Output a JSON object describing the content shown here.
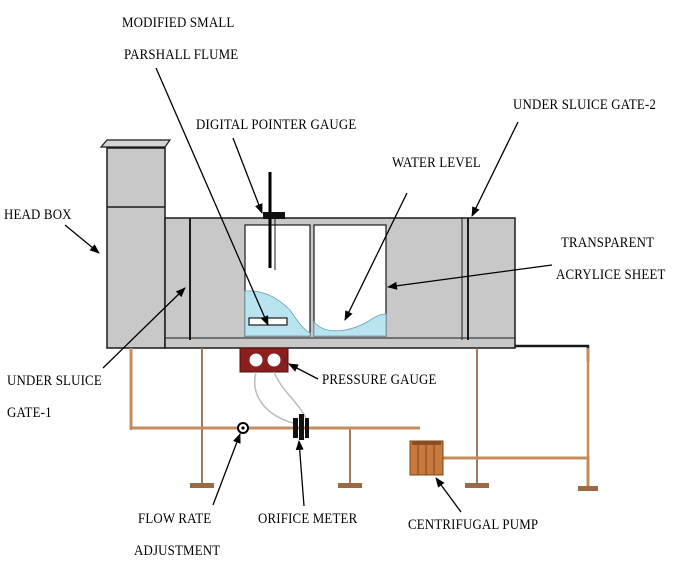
{
  "colors": {
    "tank_fill": "#c8c8c8",
    "tank_stroke": "#1a1a1a",
    "water": "#b8e4f0",
    "pipe": "#c48c5e",
    "pressure_gauge": "#8b1e1e",
    "pump": "#c87a3e"
  },
  "labels": {
    "modified_flume": [
      "MODIFIED SMALL",
      "PARSHALL FLUME"
    ],
    "digital_pointer_gauge": "DIGITAL POINTER GAUGE",
    "under_sluice_gate_2": "UNDER SLUICE GATE-2",
    "water_level": "WATER LEVEL",
    "head_box": "HEAD BOX",
    "transparent_sheet": [
      "TRANSPARENT",
      "ACRYLICE SHEET"
    ],
    "under_sluice_gate_1": [
      "UNDER SLUICE",
      "GATE-1"
    ],
    "pressure_gauge": "PRESSURE GAUGE",
    "flow_rate_adjustment": [
      "FLOW RATE",
      "ADJUSTMENT"
    ],
    "orifice_meter": "ORIFICE METER",
    "centrifugal_pump": "CENTRIFUGAL PUMP"
  }
}
